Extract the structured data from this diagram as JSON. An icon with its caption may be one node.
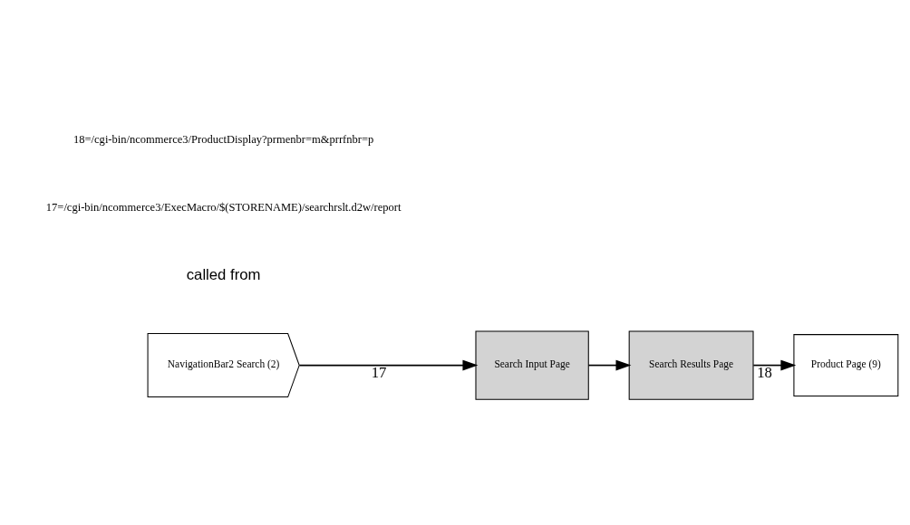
{
  "diagram": {
    "nodes": [
      {
        "text": [
          "NavigationBar2 Search (2)"
        ]
      },
      {
        "text": [
          "Search Input Page"
        ]
      },
      {
        "text": [
          "Search Results Page"
        ]
      },
      {
        "text": [
          "Product Page (9)"
        ]
      }
    ],
    "edges": [
      {
        "from": 0,
        "to": 1,
        "arrow": "to",
        "label": "17"
      },
      {
        "from": 1,
        "to": 2,
        "arrow": "to"
      },
      {
        "from": 2,
        "to": 3,
        "arrow": "to",
        "label": "18"
      }
    ],
    "labels": [
      "called from",
      "17=/cgi-bin/ncommerce3/ExecMacro/$(STORENAME)/searchrslt.d2w/report",
      "18=/cgi-bin/ncommerce3/ProductDisplay?prmenbr=m&prrfnbr=p"
    ]
  }
}
